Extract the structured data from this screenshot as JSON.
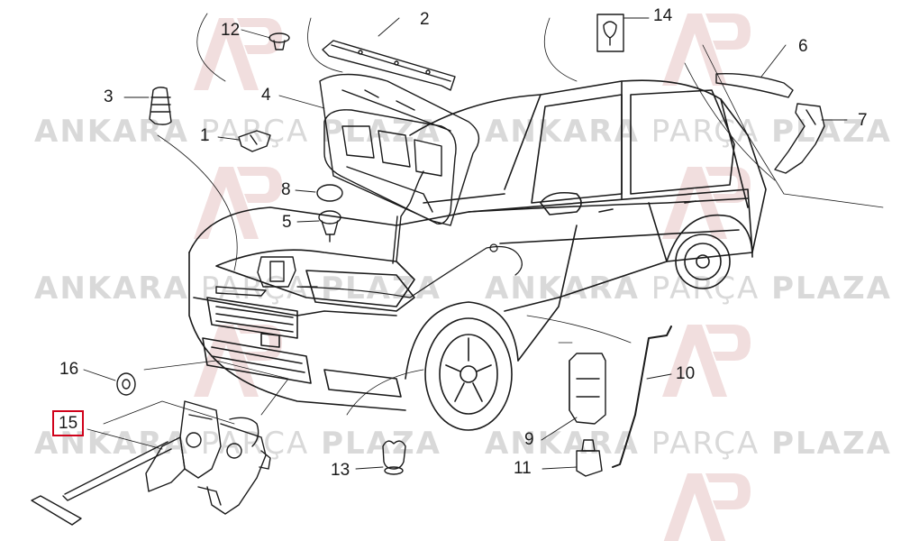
{
  "watermark": {
    "bold1": "ANKARA",
    "light": "PARÇA",
    "bold2": "PLAZA",
    "logo_text": "AP",
    "color": "#d9d9d9"
  },
  "highlight_color": "#d0021b",
  "parts": {
    "p1": "1",
    "p2": "2",
    "p3": "3",
    "p4": "4",
    "p5": "5",
    "p6": "6",
    "p7": "7",
    "p8": "8",
    "p9": "9",
    "p10": "10",
    "p11": "11",
    "p12": "12",
    "p13": "13",
    "p14": "14",
    "p15": "15",
    "p16": "16"
  }
}
